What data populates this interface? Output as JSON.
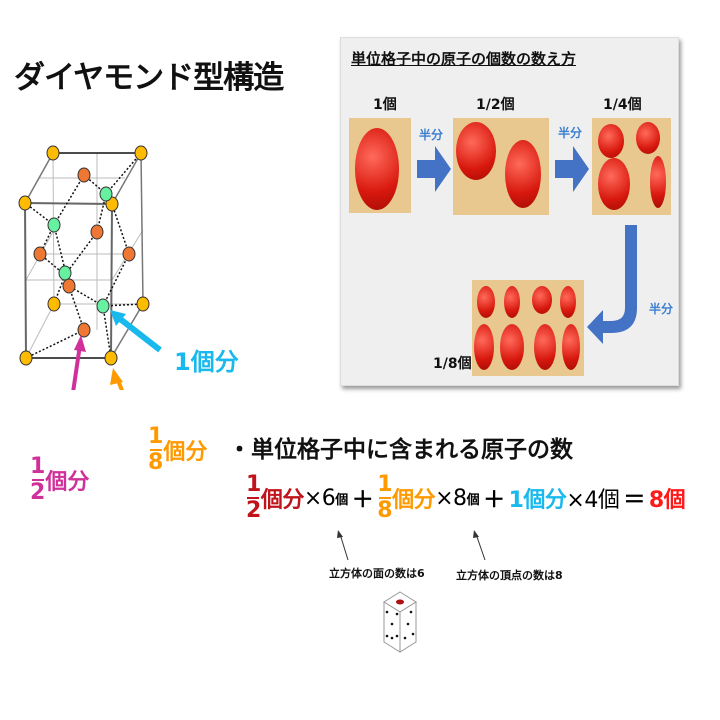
{
  "title": "ダイヤモンド型構造",
  "panel": {
    "title": "単位格子中の原子の個数の数え方",
    "steps": [
      "1個",
      "1/2個",
      "1/4個",
      "1/8個"
    ],
    "arrow_label": "半分"
  },
  "lattice_labels": {
    "one": {
      "num": "1",
      "unit": "個分"
    },
    "eighth": {
      "num": "1",
      "den": "8",
      "unit": "個分"
    },
    "half": {
      "num": "1",
      "den": "2",
      "unit": "個分"
    }
  },
  "heading": "・単位格子中に含まれる原子の数",
  "equation": {
    "t1_num": "1",
    "t1_den": "2",
    "t1_unit": "個分",
    "t1_mul": "×6",
    "t1_count": "個",
    "plus": "＋",
    "t2_num": "1",
    "t2_den": "8",
    "t2_unit": "個分",
    "t2_mul": "×8",
    "t2_count": "個",
    "t3": "1個分",
    "t3_mul": "×4個",
    "equals": "＝",
    "result": "8個"
  },
  "notes": {
    "faces": "立方体の面の数は6",
    "vertices": "立方体の頂点の数は8"
  },
  "colors": {
    "half": "#c0141c",
    "eighth": "#ff9900",
    "one": "#19b9ee",
    "result": "#ff1a1a",
    "magenta": "#d0309a",
    "arrow_blue": "#4472c4"
  }
}
